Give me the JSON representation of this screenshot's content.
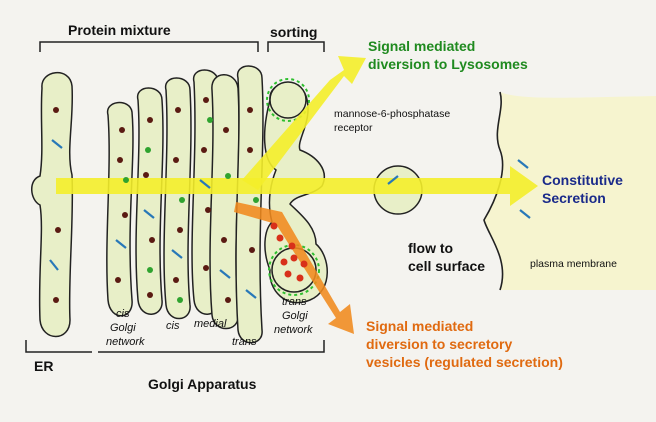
{
  "headers": {
    "protein_mixture": "Protein mixture",
    "sorting": "sorting",
    "golgi_apparatus": "Golgi Apparatus",
    "er": "ER"
  },
  "annotations": {
    "lysosome_line1": "Signal mediated",
    "lysosome_line2": "diversion to Lysosomes",
    "receptor_line1": "mannose-6-phosphatase",
    "receptor_line2": "receptor",
    "constitutive_line1": "Constitutive",
    "constitutive_line2": "Secretion",
    "flow_line1": "flow to",
    "flow_line2": "cell surface",
    "plasma_membrane": "plasma membrane",
    "secretory_line1": "Signal mediated",
    "secretory_line2": "diversion to secretory",
    "secretory_line3": "vesicles (regulated secretion)"
  },
  "golgi_labels": {
    "cis_golgi_1": "cis",
    "cis_golgi_2": "Golgi",
    "cis_golgi_3": "network",
    "cis": "cis",
    "medial": "medial",
    "trans": "trans",
    "trans_golgi_1": "trans",
    "trans_golgi_2": "Golgi",
    "trans_golgi_3": "network"
  },
  "colors": {
    "membrane_fill": "#e8efc8",
    "yellow_arrow": "#f4ee2a",
    "orange_arrow": "#f08a1e",
    "green_text": "#1f8a1f",
    "orange_text": "#e06a10",
    "blue_text": "#1a2a8a",
    "cell_surface_fill": "#f6f4cf"
  }
}
